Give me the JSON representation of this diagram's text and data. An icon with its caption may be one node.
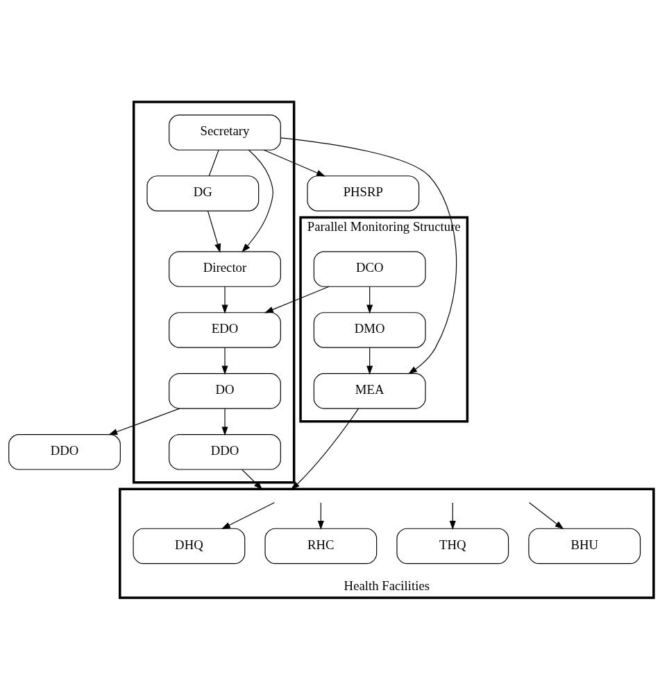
{
  "diagram": {
    "nodes": [
      {
        "text": [],
        "shape": "box"
      },
      {
        "text": [
          "Secretary"
        ],
        "in": 0
      },
      {
        "text": [
          "DG"
        ],
        "in": 0
      },
      {
        "text": [
          "PHSRP"
        ]
      },
      {
        "text": [
          "Director"
        ],
        "in": 0
      },
      {
        "text": [
          "EDO"
        ],
        "in": 0
      },
      {
        "text": [
          "DO"
        ],
        "in": 0
      },
      {
        "text": [
          "DDO"
        ],
        "in": 0
      },
      {
        "text": [
          "DDO"
        ]
      },
      {
        "text": [
          "Parallel Monitoring Structure"
        ]
      },
      {
        "text": [
          "DCO"
        ],
        "in": 9
      },
      {
        "text": [
          "DMO"
        ],
        "in": 9
      },
      {
        "text": [
          "MEA"
        ],
        "in": 9
      },
      {
        "text": [
          "Health Facilities"
        ]
      },
      {
        "text": [
          "DHQ"
        ],
        "in": 13
      },
      {
        "text": [
          "RHC"
        ],
        "in": 13
      },
      {
        "text": [
          "THQ"
        ],
        "in": 13
      },
      {
        "text": [
          "BHU"
        ],
        "in": 13
      }
    ],
    "edges": [
      {
        "from": 1,
        "to": 2,
        "arrow": "none"
      },
      {
        "from": 1,
        "to": 3,
        "arrow": "to"
      },
      {
        "from": 1,
        "to": 4,
        "arrow": "to"
      },
      {
        "from": 1,
        "to": 12,
        "arrow": "to"
      },
      {
        "from": 2,
        "to": 4,
        "arrow": "to"
      },
      {
        "from": 4,
        "to": 5,
        "arrow": "to"
      },
      {
        "from": 10,
        "to": 5,
        "arrow": "to"
      },
      {
        "from": 5,
        "to": 6,
        "arrow": "to"
      },
      {
        "from": 6,
        "to": 7,
        "arrow": "to"
      },
      {
        "from": 6,
        "to": 8,
        "arrow": "to"
      },
      {
        "from": 10,
        "to": 11,
        "arrow": "to"
      },
      {
        "from": 11,
        "to": 12,
        "arrow": "to"
      },
      {
        "from": 7,
        "to": 13,
        "arrow": "to"
      },
      {
        "from": 12,
        "to": 13,
        "arrow": "to"
      },
      {
        "from": null,
        "to": 14,
        "arrow": "to"
      },
      {
        "from": null,
        "to": 15,
        "arrow": "to"
      },
      {
        "from": null,
        "to": 16,
        "arrow": "to"
      },
      {
        "from": null,
        "to": 17,
        "arrow": "to"
      }
    ]
  }
}
